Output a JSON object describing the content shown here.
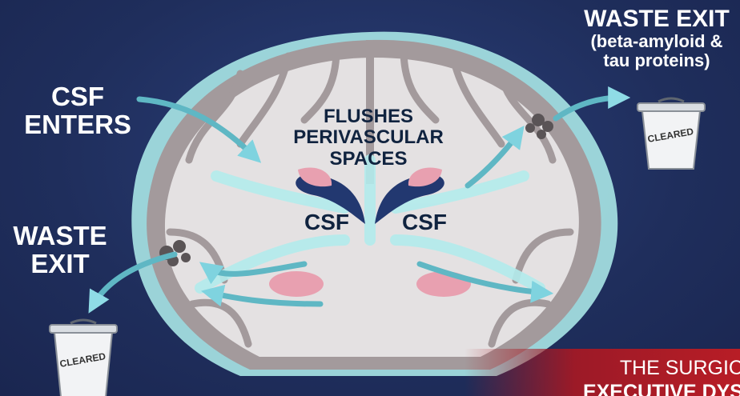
{
  "labels": {
    "csf_enters": [
      "CSF",
      "ENTERS"
    ],
    "waste_exit_left": [
      "WASTE",
      "EXIT"
    ],
    "waste_exit_right": {
      "title": "WASTE EXIT",
      "sub": [
        "(beta-amyloid &",
        "tau proteins)"
      ]
    },
    "flushes": [
      "FLUSHES",
      "PERIVASCULAR",
      "SPACES"
    ],
    "csf_left": "CSF",
    "csf_right": "CSF"
  },
  "bins": {
    "left_label": "CLEARED",
    "right_label": "CLEARED"
  },
  "banner": {
    "line1": "THE SURGIC",
    "line2": "EXECUTIVE DYS"
  },
  "colors": {
    "background": "#1f2e5c",
    "csf": "#a8e6e6",
    "brain_outer": "#a39a9c",
    "brain_inner": "#e4e1e2",
    "ventricle": "#223870",
    "pink": "#e8a0b0",
    "arrow": "#5fb7c4",
    "banner": "#b81d26"
  }
}
